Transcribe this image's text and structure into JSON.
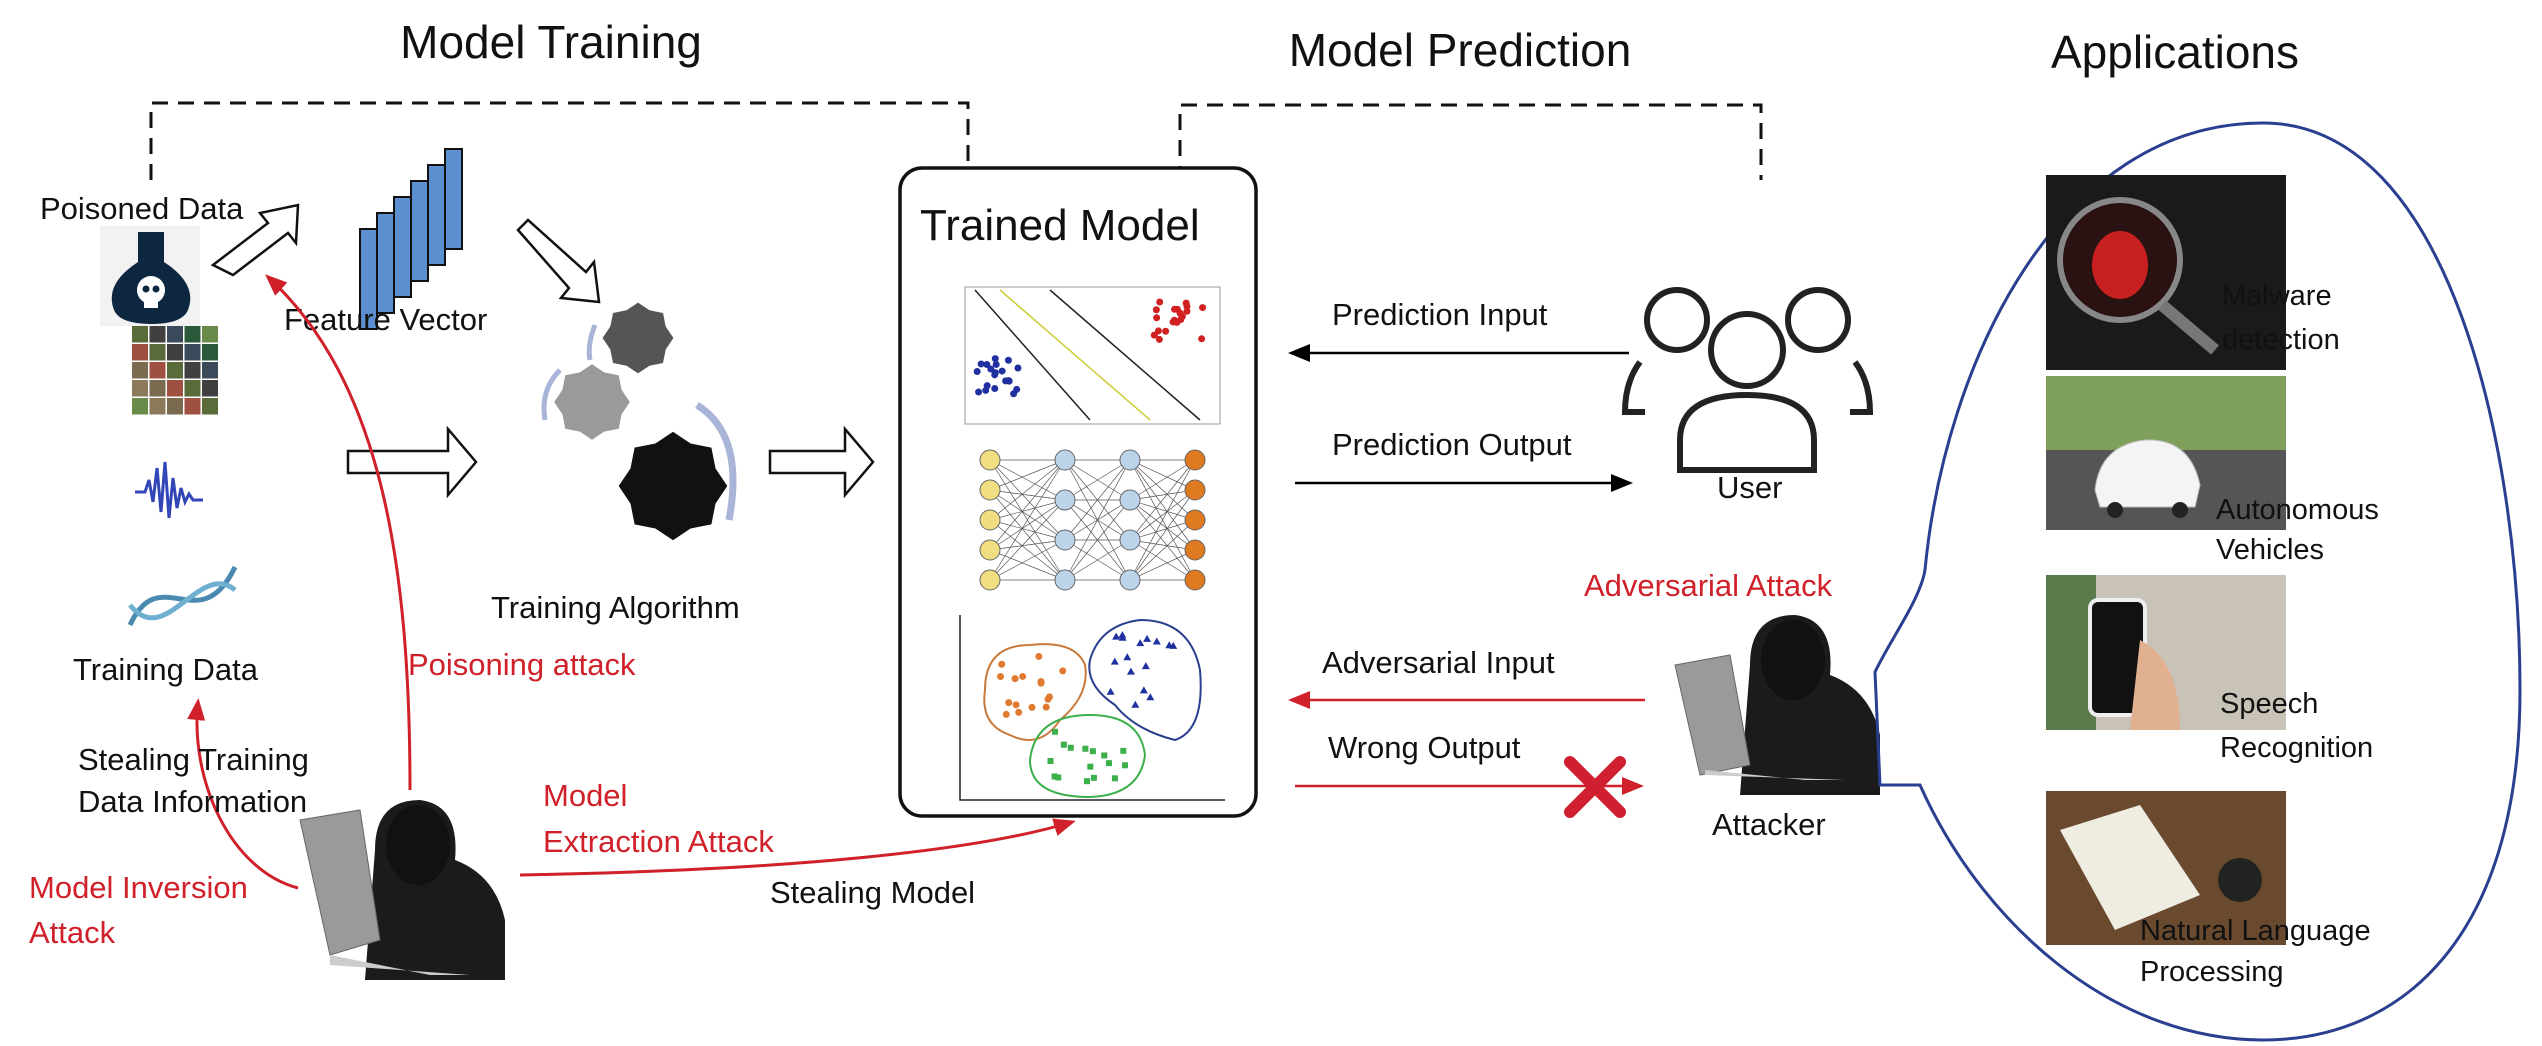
{
  "sections": {
    "training_title": "Model Training",
    "prediction_title": "Model Prediction",
    "applications_title": "Applications"
  },
  "training": {
    "poisoned_data": "Poisoned Data",
    "feature_vector": "Feature Vector",
    "training_algorithm": "Training Algorithm",
    "training_data": "Training Data",
    "trained_model": "Trained Model"
  },
  "attacks": {
    "poisoning": "Poisoning attack",
    "stealing_training_line1": "Stealing Training",
    "stealing_training_line2": "Data Information",
    "model_inversion_line1": "Model Inversion",
    "model_inversion_line2": "Attack",
    "model_extraction_line1": "Model",
    "model_extraction_line2": "Extraction Attack",
    "stealing_model": "Stealing Model",
    "adversarial_attack": "Adversarial Attack"
  },
  "prediction": {
    "prediction_input": "Prediction Input",
    "prediction_output": "Prediction Output",
    "user": "User",
    "adversarial_input": "Adversarial Input",
    "wrong_output": "Wrong Output",
    "attacker": "Attacker"
  },
  "applications": [
    {
      "line1": "Malware",
      "line2": "detection"
    },
    {
      "line1": "Autonomous",
      "line2": "Vehicles"
    },
    {
      "line1": "Speech",
      "line2": "Recognition"
    },
    {
      "line1": "Natural Language",
      "line2": "Processing"
    }
  ],
  "colors": {
    "attack": "#d0202a",
    "ellipse": "#2a3f8f",
    "feature_bars": "#5b8fd0"
  }
}
